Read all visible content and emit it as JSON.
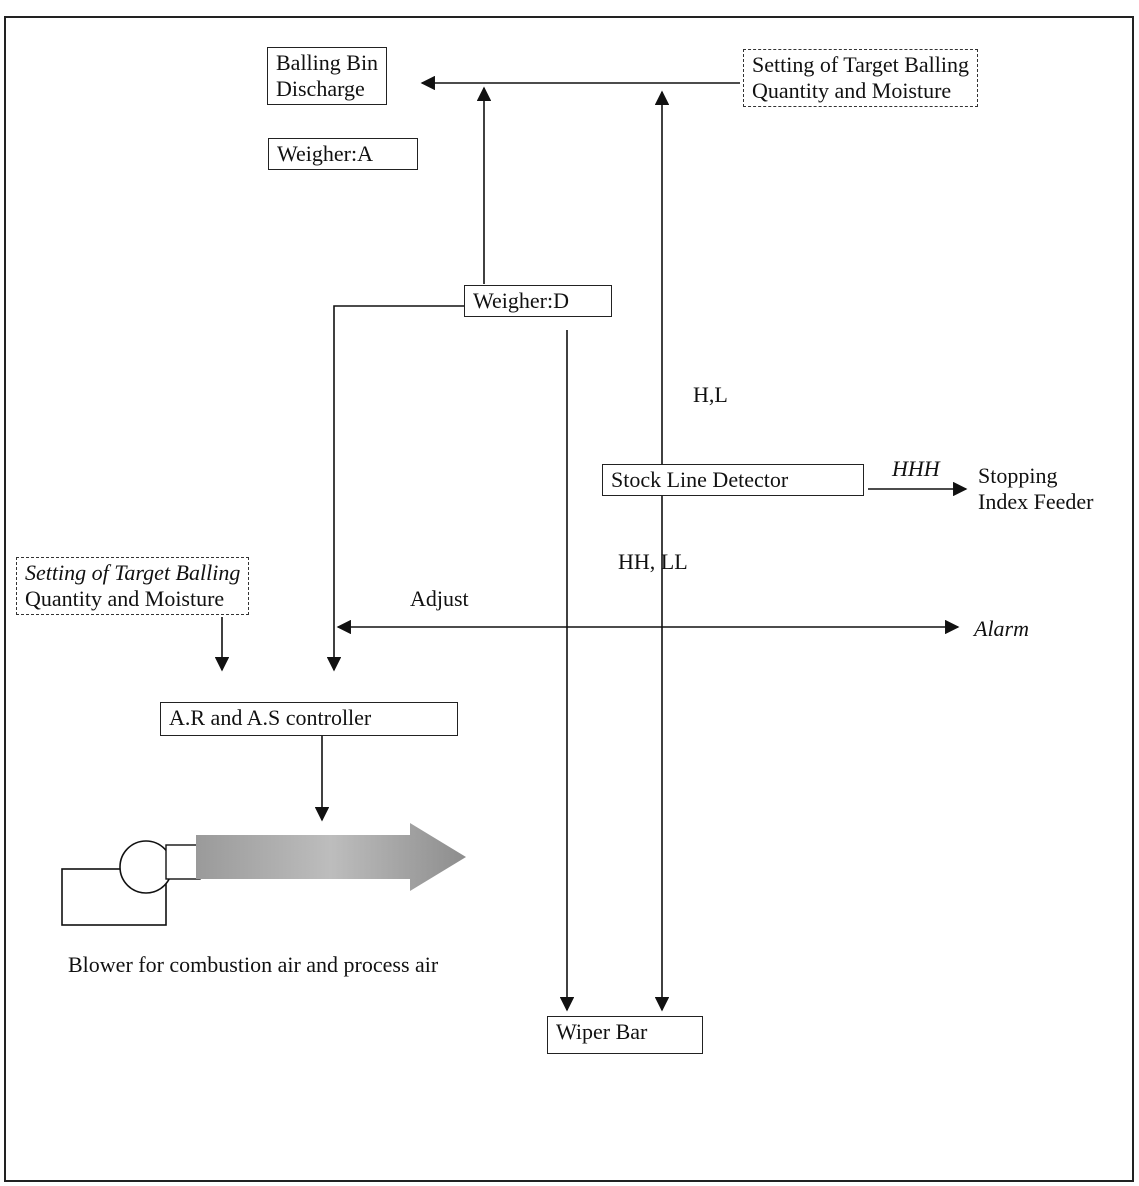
{
  "nodes": {
    "balling_bin_discharge": {
      "line1": "Balling Bin",
      "line2": "Discharge"
    },
    "setting_top": {
      "line1": "Setting of Target Balling",
      "line2": "Quantity and Moisture"
    },
    "weigher_a": "Weigher:A",
    "weigher_d": "Weigher:D",
    "stock_line_detector": "Stock Line Detector",
    "stopping_index_feeder": {
      "line1": "Stopping",
      "line2": "Index Feeder"
    },
    "setting_left": {
      "line1": "Setting of Target Balling",
      "line2": "Quantity and Moisture"
    },
    "controller": "A.R and A.S controller",
    "blower_caption": "Blower for combustion air and process air",
    "wiper_bar": "Wiper Bar",
    "alarm": "Alarm"
  },
  "edge_labels": {
    "hl": "H,L",
    "hhh": "HHH",
    "hh_ll": "HH, LL",
    "adjust": "Adjust"
  }
}
